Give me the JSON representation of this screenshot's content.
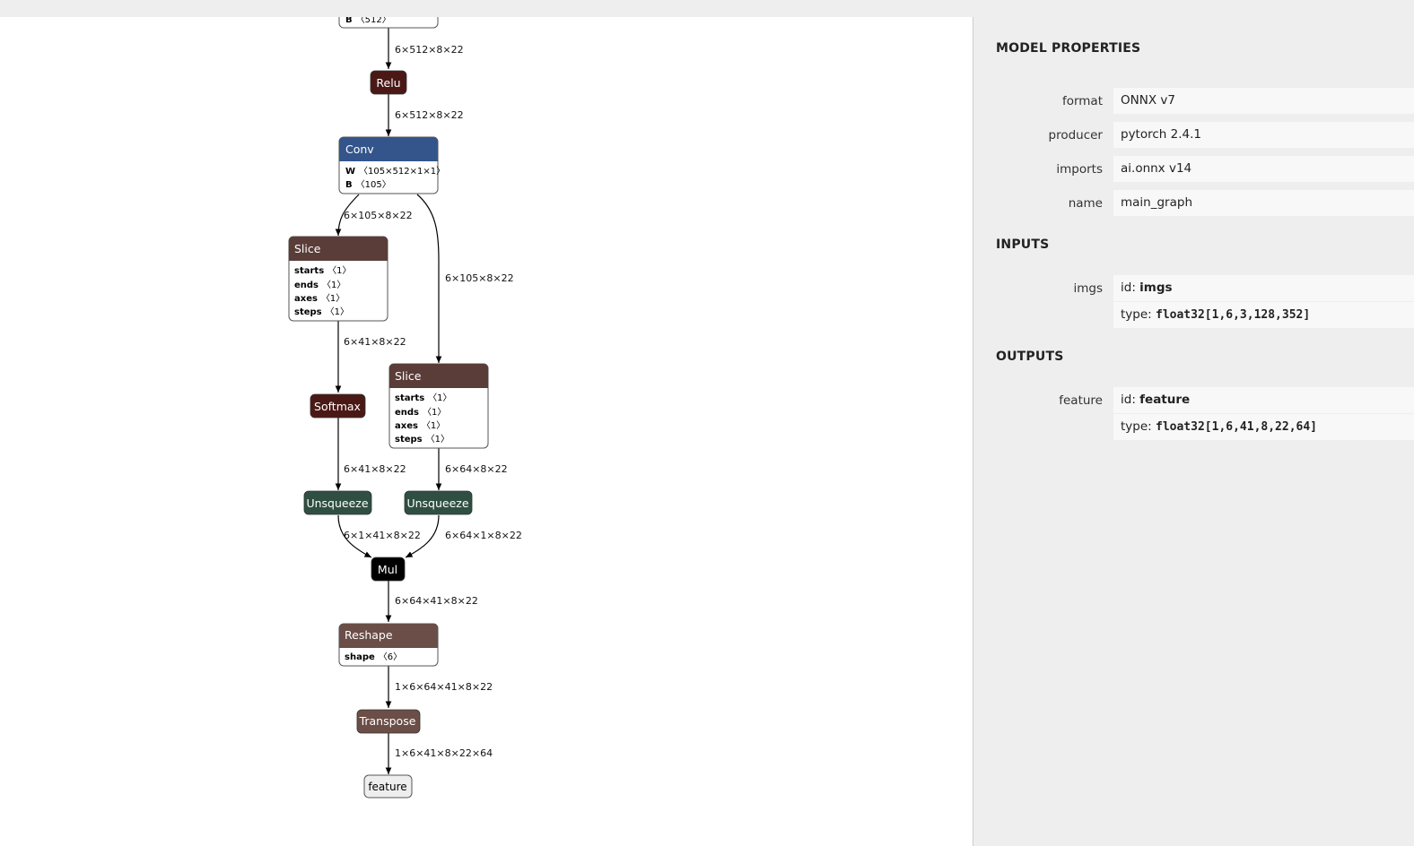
{
  "graph": {
    "top_node": {
      "attr_name": "B",
      "attr_value": "〈512〉"
    },
    "relu": {
      "label": "Relu"
    },
    "conv": {
      "title": "Conv",
      "attrs": [
        {
          "name": "W",
          "value": "〈105×512×1×1〉"
        },
        {
          "name": "B",
          "value": "〈105〉"
        }
      ]
    },
    "slice1": {
      "title": "Slice",
      "attrs": [
        {
          "name": "starts",
          "value": "〈1〉"
        },
        {
          "name": "ends",
          "value": "〈1〉"
        },
        {
          "name": "axes",
          "value": "〈1〉"
        },
        {
          "name": "steps",
          "value": "〈1〉"
        }
      ]
    },
    "slice2": {
      "title": "Slice",
      "attrs": [
        {
          "name": "starts",
          "value": "〈1〉"
        },
        {
          "name": "ends",
          "value": "〈1〉"
        },
        {
          "name": "axes",
          "value": "〈1〉"
        },
        {
          "name": "steps",
          "value": "〈1〉"
        }
      ]
    },
    "softmax": {
      "label": "Softmax"
    },
    "unsqueeze1": {
      "label": "Unsqueeze"
    },
    "unsqueeze2": {
      "label": "Unsqueeze"
    },
    "mul": {
      "label": "Mul"
    },
    "reshape": {
      "title": "Reshape",
      "attrs": [
        {
          "name": "shape",
          "value": "〈6〉"
        }
      ]
    },
    "transpose": {
      "label": "Transpose"
    },
    "output": {
      "label": "feature"
    },
    "edges": {
      "e1": "6×512×8×22",
      "e2": "6×512×8×22",
      "e3": "6×105×8×22",
      "e4": "6×105×8×22",
      "e5": "6×41×8×22",
      "e6": "6×41×8×22",
      "e7": "6×64×8×22",
      "e8": "6×1×41×8×22",
      "e9": "6×64×1×8×22",
      "e10": "6×64×41×8×22",
      "e11": "1×6×64×41×8×22",
      "e12": "1×6×41×8×22×64"
    }
  },
  "sidebar": {
    "title": "MODEL PROPERTIES",
    "properties": [
      {
        "label": "format",
        "value": "ONNX v7"
      },
      {
        "label": "producer",
        "value": "pytorch 2.4.1"
      },
      {
        "label": "imports",
        "value": "ai.onnx v14"
      },
      {
        "label": "name",
        "value": "main_graph"
      }
    ],
    "inputs_title": "INPUTS",
    "input": {
      "label": "imgs",
      "id_prefix": "id: ",
      "id": "imgs",
      "type_prefix": "type: ",
      "type": "float32[1,6,3,128,352]"
    },
    "outputs_title": "OUTPUTS",
    "output": {
      "label": "feature",
      "id_prefix": "id: ",
      "id": "feature",
      "type_prefix": "type: ",
      "type": "float32[1,6,41,8,22,64]"
    }
  },
  "colors": {
    "activation": "#4a1916",
    "conv": "#33558b",
    "slice": "#5a3d38",
    "unsqueeze": "#2f4f43",
    "mul": "#000000",
    "reshape": "#6a4e47"
  }
}
